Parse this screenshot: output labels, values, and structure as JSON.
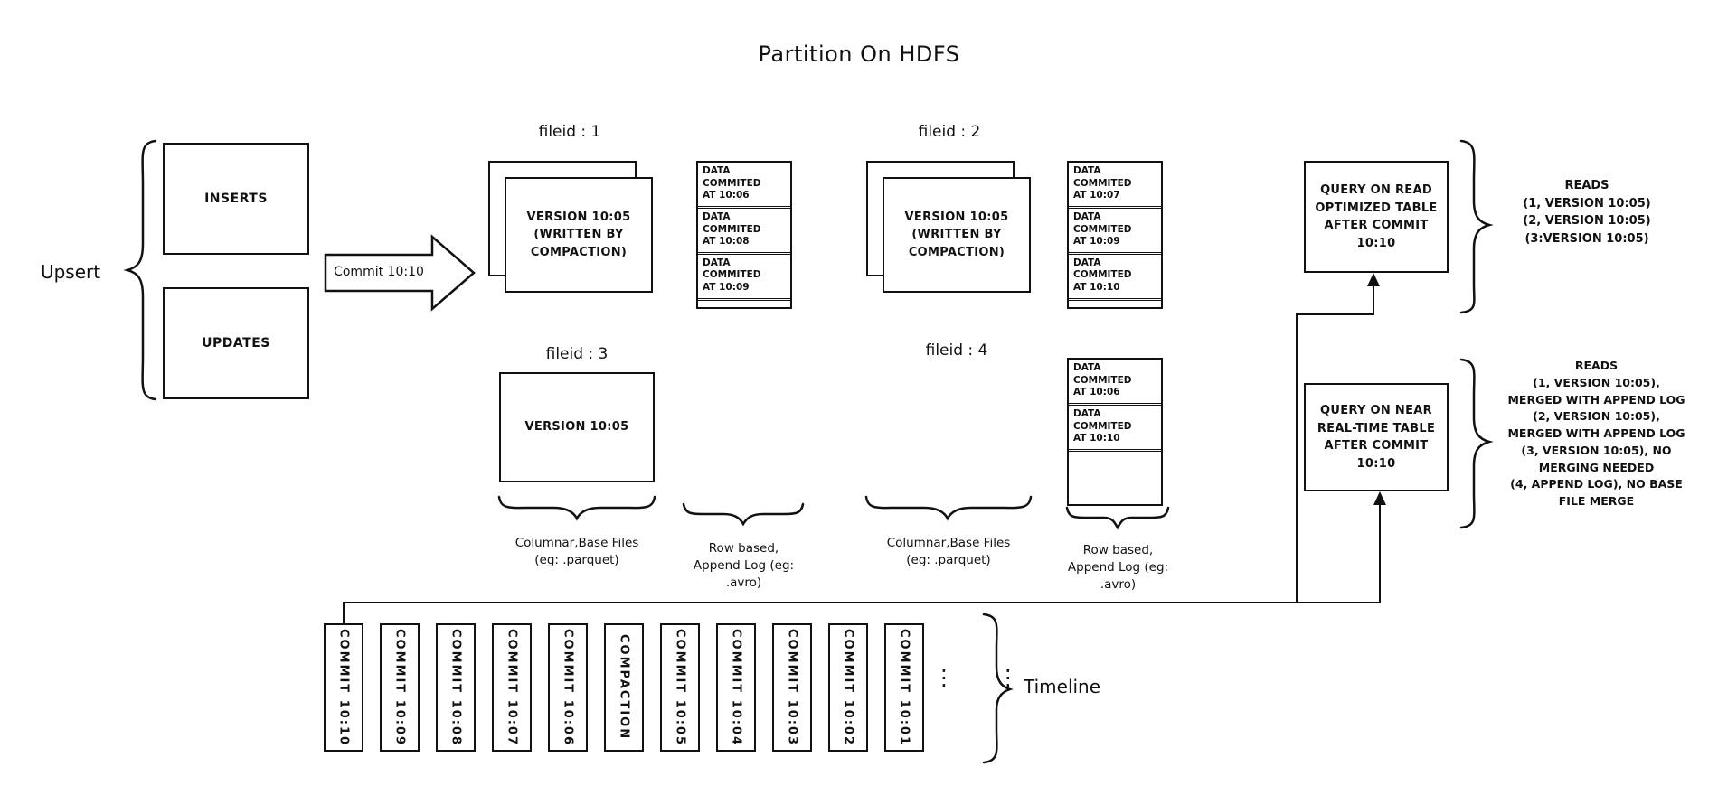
{
  "title": "Partition On HDFS",
  "upsert": {
    "label": "Upsert",
    "inserts": "INSERTS",
    "updates": "UPDATES"
  },
  "commit_arrow": {
    "label": "Commit 10:10"
  },
  "file1": {
    "id": "fileid : 1",
    "base": "VERSION 10:05\n(WRITTEN BY\nCOMPACTION)",
    "log": [
      "DATA COMMITED\nAT 10:06",
      "DATA COMMITED\nAT 10:08",
      "DATA COMMITED\nAT 10:09"
    ]
  },
  "file2": {
    "id": "fileid : 2",
    "base": "VERSION 10:05\n(WRITTEN BY\nCOMPACTION)",
    "log": [
      "DATA COMMITED\nAT 10:07",
      "DATA COMMITED\nAT 10:09",
      "DATA COMMITED\nAT 10:10"
    ]
  },
  "file3": {
    "id": "fileid : 3",
    "base": "VERSION 10:05"
  },
  "file4": {
    "id": "fileid : 4",
    "log": [
      "DATA COMMITED\nAT 10:06",
      "DATA COMMITED\nAT 10:10"
    ]
  },
  "query_read_optimized": {
    "label": "QUERY ON READ\nOPTIMIZED TABLE\nAFTER COMMIT\n10:10",
    "reads": "READS\n(1, VERSION 10:05)\n(2, VERSION 10:05)\n(3:VERSION 10:05)"
  },
  "query_near_realtime": {
    "label": "QUERY ON NEAR\nREAL-TIME TABLE\nAFTER COMMIT\n10:10",
    "reads": "READS\n(1, VERSION 10:05),\nMERGED WITH APPEND LOG\n(2, VERSION 10:05),\nMERGED WITH APPEND LOG\n(3, VERSION 10:05), NO\nMERGING NEEDED\n(4, APPEND LOG), NO BASE\nFILE MERGE"
  },
  "column_labels": {
    "columnar_1": "Columnar,Base Files\n(eg: .parquet)",
    "row_based_1": "Row based,\nAppend Log  (eg:\n.avro)",
    "columnar_2": "Columnar,Base Files\n(eg: .parquet)",
    "row_based_2": "Row based,\nAppend Log  (eg:\n.avro)"
  },
  "timeline": {
    "label": "Timeline",
    "ellipsis": "⋮   ⋮",
    "items": [
      "COMMIT  10:10",
      "COMMIT  10:09",
      "COMMIT  10:08",
      "COMMIT  10:07",
      "COMMIT  10:06",
      "COMPACTION",
      "COMMIT  10:05",
      "COMMIT  10:04",
      "COMMIT  10:03",
      "COMMIT  10:02",
      "COMMIT  10:01"
    ]
  },
  "colors": {
    "ink": "#111111",
    "background": "#ffffff"
  }
}
